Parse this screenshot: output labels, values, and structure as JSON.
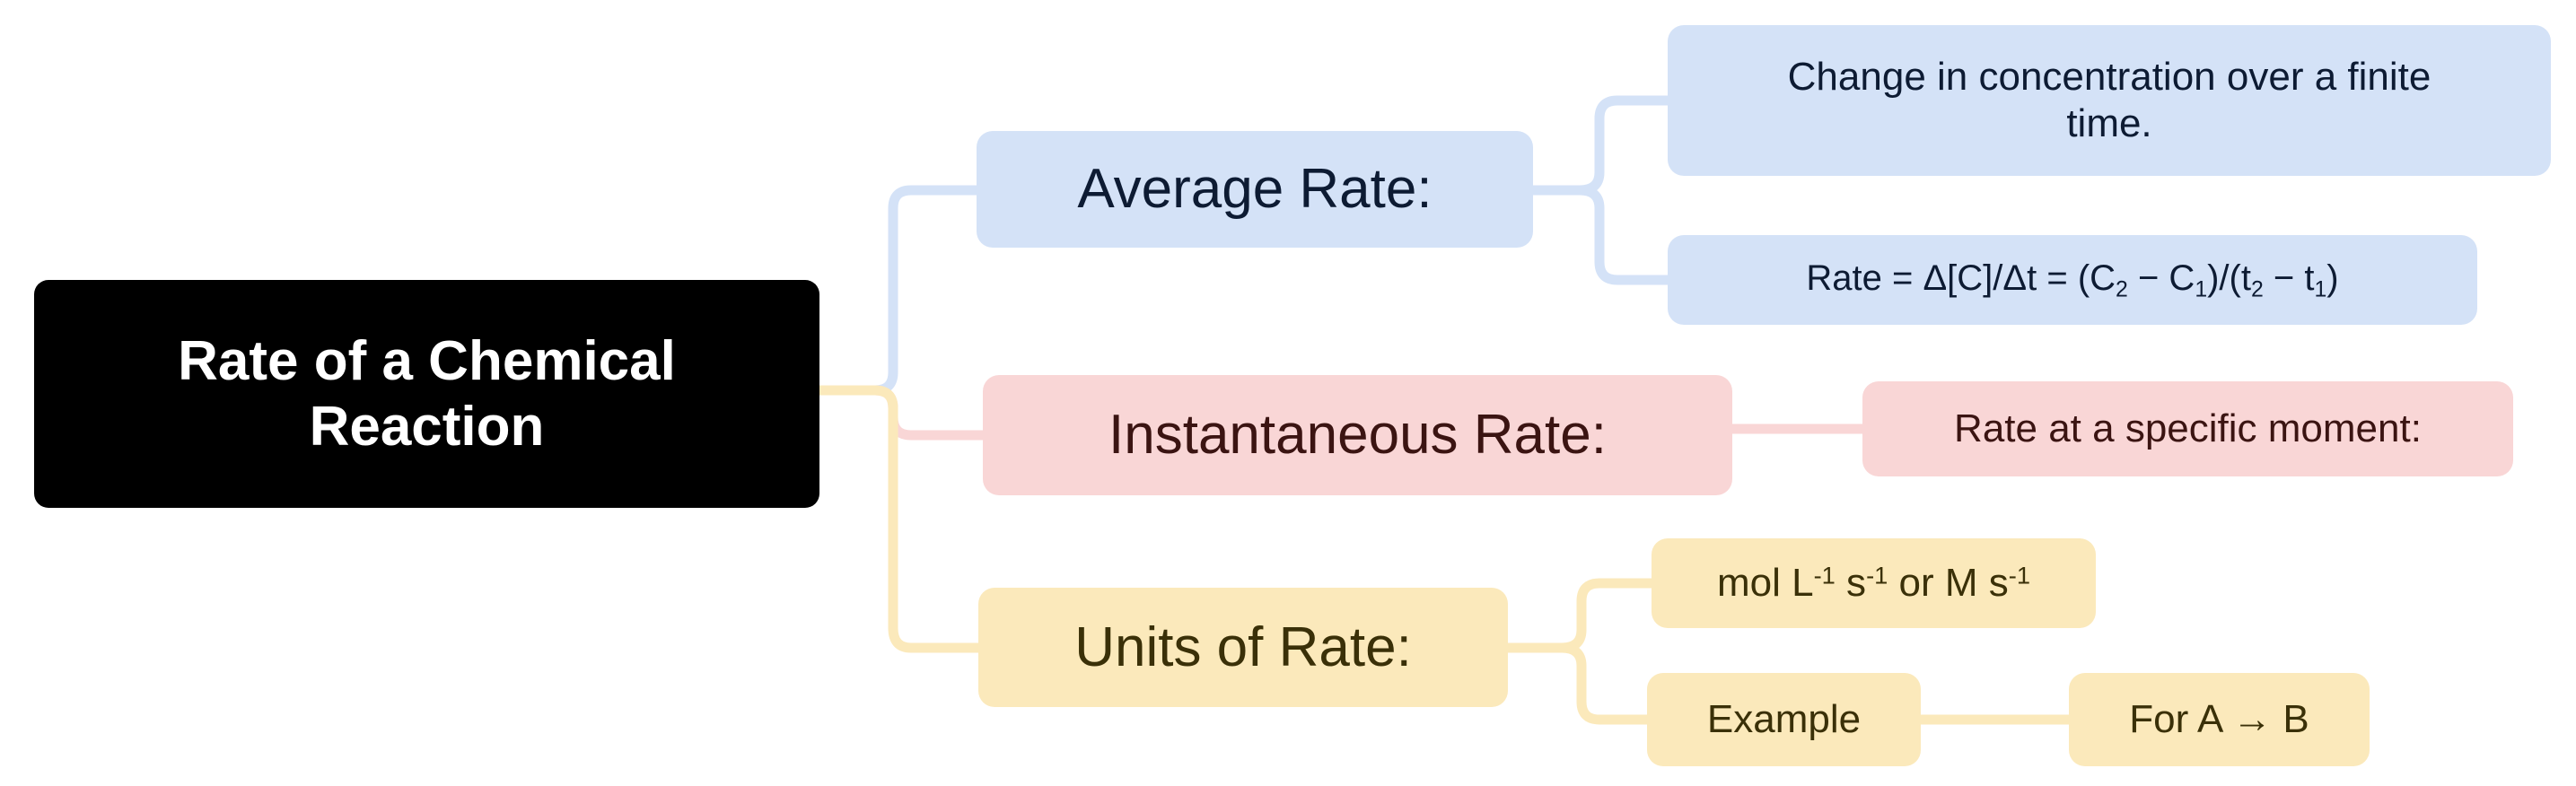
{
  "diagram": {
    "type": "mindmap",
    "root": {
      "label": "Rate of a Chemical Reaction",
      "line1": "Rate of a Chemical",
      "line2": "Reaction"
    },
    "branches": [
      {
        "id": "average-rate",
        "label": "Average Rate:",
        "color": "#d4e2f7",
        "text_color": "#0d1b33",
        "children": [
          {
            "id": "avg-definition",
            "label": "Change in concentration over a finite time.",
            "line1": "Change in concentration over a finite",
            "line2": "time."
          },
          {
            "id": "avg-formula",
            "label": "Rate = Δ[C]/Δt = (C2 − C1)/(t2 − t1)",
            "parts": {
              "p1": "Rate = Δ[C]/Δt = (C",
              "s1": "2",
              "p2": " − C",
              "s2": "1",
              "p3": ")/(t",
              "s3": "2",
              "p4": " − t",
              "s4": "1",
              "p5": ")"
            }
          }
        ]
      },
      {
        "id": "instantaneous-rate",
        "label": "Instantaneous Rate:",
        "color": "#f9d6d6",
        "text_color": "#3b1412",
        "children": [
          {
            "id": "inst-definition",
            "label": "Rate at a specific moment:"
          }
        ]
      },
      {
        "id": "units-of-rate",
        "label": "Units of Rate:",
        "color": "#fbe9bb",
        "text_color": "#3a3008",
        "children": [
          {
            "id": "units-values",
            "label": "mol L-1 s-1 or M s-1",
            "parts": {
              "p1": "mol L",
              "s1": "-1",
              "p2": " s",
              "s2": "-1",
              "p3": " or M s",
              "s3": "-1"
            }
          },
          {
            "id": "units-example",
            "label": "Example",
            "children": [
              {
                "id": "units-example-reaction",
                "label": "For A → B"
              }
            ]
          }
        ]
      }
    ]
  },
  "colors": {
    "background": "#ffffff",
    "root_fill": "#000000",
    "root_text": "#ffffff",
    "blue_fill": "#d4e2f7",
    "blue_text": "#0d1b33",
    "pink_fill": "#f9d6d6",
    "pink_text": "#3b1412",
    "yellow_fill": "#fbe9bb",
    "yellow_text": "#3a3008"
  }
}
